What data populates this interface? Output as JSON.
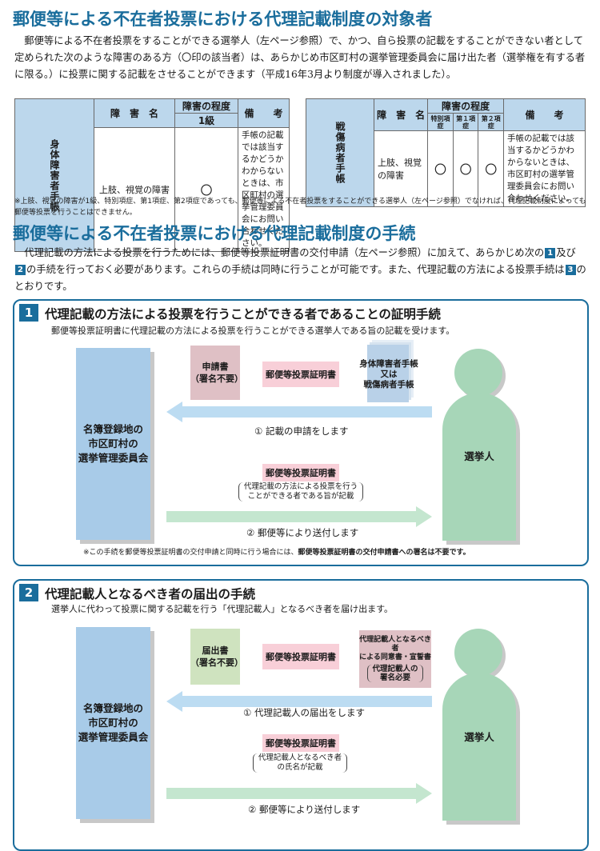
{
  "section1": {
    "title": "郵便等による不在者投票における代理記載制度の対象者",
    "paragraph": "郵便等による不在者投票をすることができる選挙人（左ページ参照）で、かつ、自ら投票の記載をすることができない者として定められた次のような障害のある方（〇印の該当者）は、あらかじめ市区町村の選挙管理委員会に届け出た者（選挙権を有する者に限る。）に投票に関する記載をさせることができます（平成16年3月より制度が導入されました）。"
  },
  "table1": {
    "side_label": "身体障害者手帳",
    "col_disability": "障　害　名",
    "col_degree": "障害の程度",
    "col_grade": "1級",
    "col_remarks": "備　　考",
    "row_disability": "上肢、視覚の障害",
    "row_mark": "〇",
    "row_note": "手帳の記載では該当するかどうかわからないときは、市区町村の選挙管理委員会にお問い合わせください。"
  },
  "table2": {
    "side_label": "戦傷病者手帳",
    "col_disability": "障　害　名",
    "col_degree": "障害の程度",
    "col_sub1": "特別項症",
    "col_sub2": "第１項症",
    "col_sub3": "第２項症",
    "col_remarks": "備　　考",
    "row_disability": "上肢、視覚の障害",
    "mark1": "〇",
    "mark2": "〇",
    "mark3": "〇",
    "row_note": "手帳の記載では該当するかどうかわからないときは、市区町村の選挙管理委員会にお問い合わせください。"
  },
  "table_footnote": "※上肢、視覚の障害が1級、特別項症、第1項症、第2項症であっても、郵便等による不在者投票をすることができる選挙人（左ページ参照）でなければ、代理記載制度によっても郵便等投票を行うことはできません。",
  "section2": {
    "title": "郵便等による不在者投票における代理記載制度の手続",
    "para_a": "代理記載の方法による投票を行うためには、郵便等投票証明書の交付申請（左ページ参照）に加えて、あらかじめ次の",
    "n1": "1",
    "para_b": "及び",
    "n2": "2",
    "para_c": "の手続を行っておく必要があります。これらの手続は同時に行うことが可能です。また、代理記載の方法による投票手続は",
    "n3": "3",
    "para_d": "のとおりです。"
  },
  "panel1": {
    "num": "1",
    "title": "代理記載の方法による投票を行うことができる者であることの証明手続",
    "subtitle": "郵便等投票証明書に代理記載の方法による投票を行うことができる選挙人である旨の記載を受けます。",
    "office": "名簿登録地の\n市区町村の\n選挙管理委員会",
    "voter": "選挙人",
    "doc_application": "申請書\n（署名不要）",
    "doc_certificate": "郵便等投票証明書",
    "doc_handbook": "身体障害者手帳\n又は\n戦傷病者手帳",
    "arrow1_label": "① 記載の申請をします",
    "doc_certificate2": "郵便等投票証明書",
    "paren_note": "代理記載の方法による投票を行う\nことができる者である旨が記載",
    "arrow2_label": "② 郵便等により送付します",
    "footnote_a": "※この手続を郵便等投票証明書の交付申請と同時に行う場合には、",
    "footnote_b": "郵便等投票証明書の交付申請書への署名は不要です。"
  },
  "panel2": {
    "num": "2",
    "title": "代理記載人となるべき者の届出の手続",
    "subtitle": "選挙人に代わって投票に関する記載を行う「代理記載人」となるべき者を届け出ます。",
    "office": "名簿登録地の\n市区町村の\n選挙管理委員会",
    "voter": "選挙人",
    "doc_notification": "届出書\n（署名不要）",
    "doc_certificate": "郵便等投票証明書",
    "doc_consent": "代理記載人となるべき者\nによる同意書・宣誓書",
    "doc_consent_paren": "代理記載人の\n署名必要",
    "arrow1_label": "① 代理記載人の届出をします",
    "doc_certificate2": "郵便等投票証明書",
    "paren_note": "代理記載人となるべき者\nの氏名が記載",
    "arrow2_label": "② 郵便等により送付します"
  },
  "colors": {
    "accent": "#1a6d9c",
    "office_blue": "#a8cbe8",
    "voter_green": "#a7d6b8",
    "doc_pink": "#f8cfd8",
    "arrow_left": "#bcdcf2",
    "arrow_right": "#c4e6cf"
  }
}
